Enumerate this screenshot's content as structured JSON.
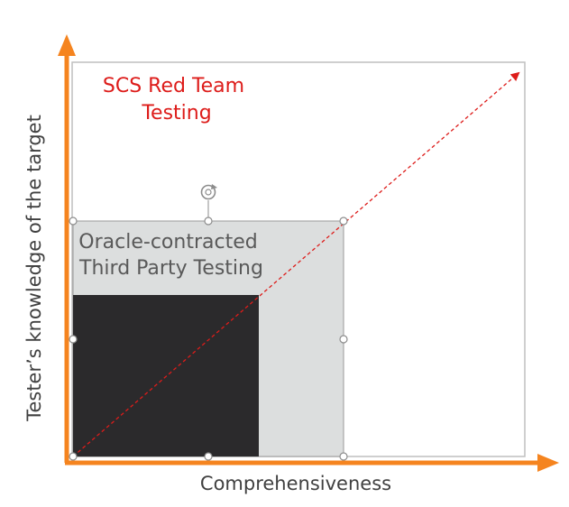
{
  "diagram": {
    "zones": {
      "red_team_label": [
        "SCS Red Team",
        "Testing"
      ],
      "third_party_label": [
        "Oracle-contracted",
        "Third Party Testing"
      ]
    },
    "axes": {
      "x_label": "Comprehensiveness",
      "y_label": "Tester’s knowledge of the target"
    },
    "colors": {
      "axis": "#f5841f",
      "red_text": "#dd1c1a",
      "grey_text": "#595959",
      "light_box": "#dcdede",
      "dark_box": "#2b2a2c",
      "outer_border": "#bfbfbf",
      "diagonal": "#dd1c1a"
    },
    "icons": {
      "rotate_handle": "rotate-icon"
    }
  }
}
